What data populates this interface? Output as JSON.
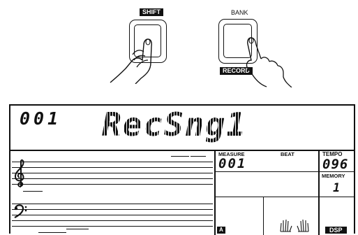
{
  "buttons": {
    "shift_label": "SHIFT",
    "bank_label": "BANK",
    "record_label": "RECORD"
  },
  "lcd": {
    "number": "001",
    "name": "RecSng1",
    "measure_label": "MEASURE",
    "measure_value": "001",
    "beat_label": "BEAT",
    "tempo_label": "TEMPO",
    "tempo_value": "096",
    "memory_label": "MEMORY",
    "memory_value": "1",
    "a_tag": "A",
    "dsp_tag": "DSP"
  },
  "icons": [
    "hand-press-icon",
    "treble-clef-icon",
    "bass-clef-icon",
    "two-hands-icon"
  ]
}
